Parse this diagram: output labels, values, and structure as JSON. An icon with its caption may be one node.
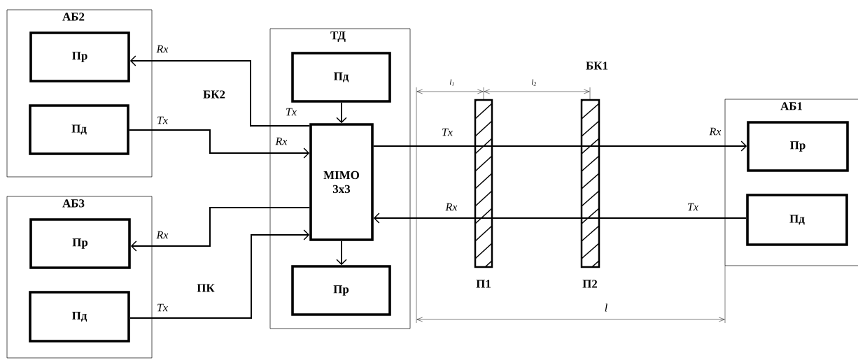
{
  "diagram": {
    "nodes": [
      {
        "text": [
          "АБ2"
        ]
      },
      {
        "text": [
          "Пр"
        ],
        "in": 0
      },
      {
        "text": [
          "Пд"
        ],
        "in": 0
      },
      {
        "text": [
          "АБ3"
        ]
      },
      {
        "text": [
          "Пр"
        ],
        "in": 3
      },
      {
        "text": [
          "Пд"
        ],
        "in": 3
      },
      {
        "text": [
          "ТД"
        ]
      },
      {
        "text": [
          "Пд"
        ],
        "in": 6
      },
      {
        "text": [
          "MIMO 3x3"
        ],
        "in": 6
      },
      {
        "text": [
          "Пр"
        ],
        "in": 6
      },
      {
        "text": [
          "АБ1"
        ]
      },
      {
        "text": [
          "Пр"
        ],
        "in": 10
      },
      {
        "text": [
          "Пд"
        ],
        "in": 10
      }
    ],
    "edges": [
      {
        "from": 8,
        "to": 1,
        "arrow": "to"
      },
      {
        "from": 2,
        "to": 8,
        "arrow": "to"
      },
      {
        "from": 8,
        "to": 4,
        "arrow": "to"
      },
      {
        "from": 5,
        "to": 8,
        "arrow": "to"
      },
      {
        "from": 7,
        "to": 8,
        "arrow": "to"
      },
      {
        "from": 8,
        "to": 9,
        "arrow": "to"
      },
      {
        "from": 8,
        "to": 11,
        "arrow": "to"
      },
      {
        "from": 12,
        "to": 8,
        "arrow": "to"
      }
    ],
    "labels": [
      "Rx",
      "БК1",
      "l$_{1}$",
      "l$_{2}$",
      "БК2",
      "Tx",
      "Tx",
      "Tx",
      "Rx",
      "Rx",
      "Rx",
      "Tx",
      "Rx",
      "П1",
      "П2",
      "ПК",
      "Tx",
      "l"
    ]
  }
}
